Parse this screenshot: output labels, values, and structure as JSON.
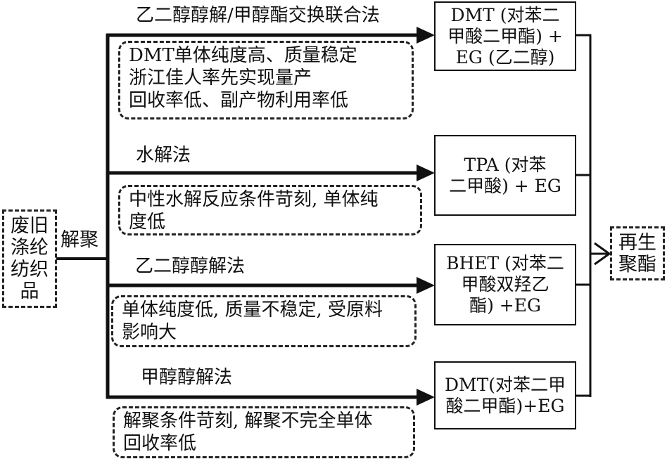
{
  "source": {
    "label_lines": [
      "废旧",
      "涤纶",
      "纺织",
      "品"
    ]
  },
  "process_label": "解聚",
  "branches": [
    {
      "method": "乙二醇醇解/甲醇酯交换联合法",
      "notes": [
        "DMT单体纯度高、质量稳定",
        "浙江佳人率先实现量产",
        "回收率低、副产物利用率低"
      ],
      "product_lines": [
        "DMT (对苯二",
        "甲酸二甲酯) +",
        "EG (乙二醇)"
      ]
    },
    {
      "method": "水解法",
      "notes": [
        "中性水解反应条件苛刻, 单体纯",
        "度低"
      ],
      "product_lines": [
        "TPA (对苯",
        "二甲酸) + EG"
      ]
    },
    {
      "method": "乙二醇醇解法",
      "notes": [
        "单体纯度低, 质量不稳定, 受原料",
        "影响大"
      ],
      "product_lines": [
        "BHET (对苯二",
        "甲酸双羟乙",
        "酯) +EG"
      ]
    },
    {
      "method": "甲醇醇解法",
      "notes": [
        "解聚条件苛刻, 解聚不完全单体",
        "回收率低"
      ],
      "product_lines": [
        "DMT(对苯二甲",
        "酸二甲酯)+EG"
      ]
    }
  ],
  "target": {
    "label_lines": [
      "再生",
      "聚酯"
    ]
  }
}
